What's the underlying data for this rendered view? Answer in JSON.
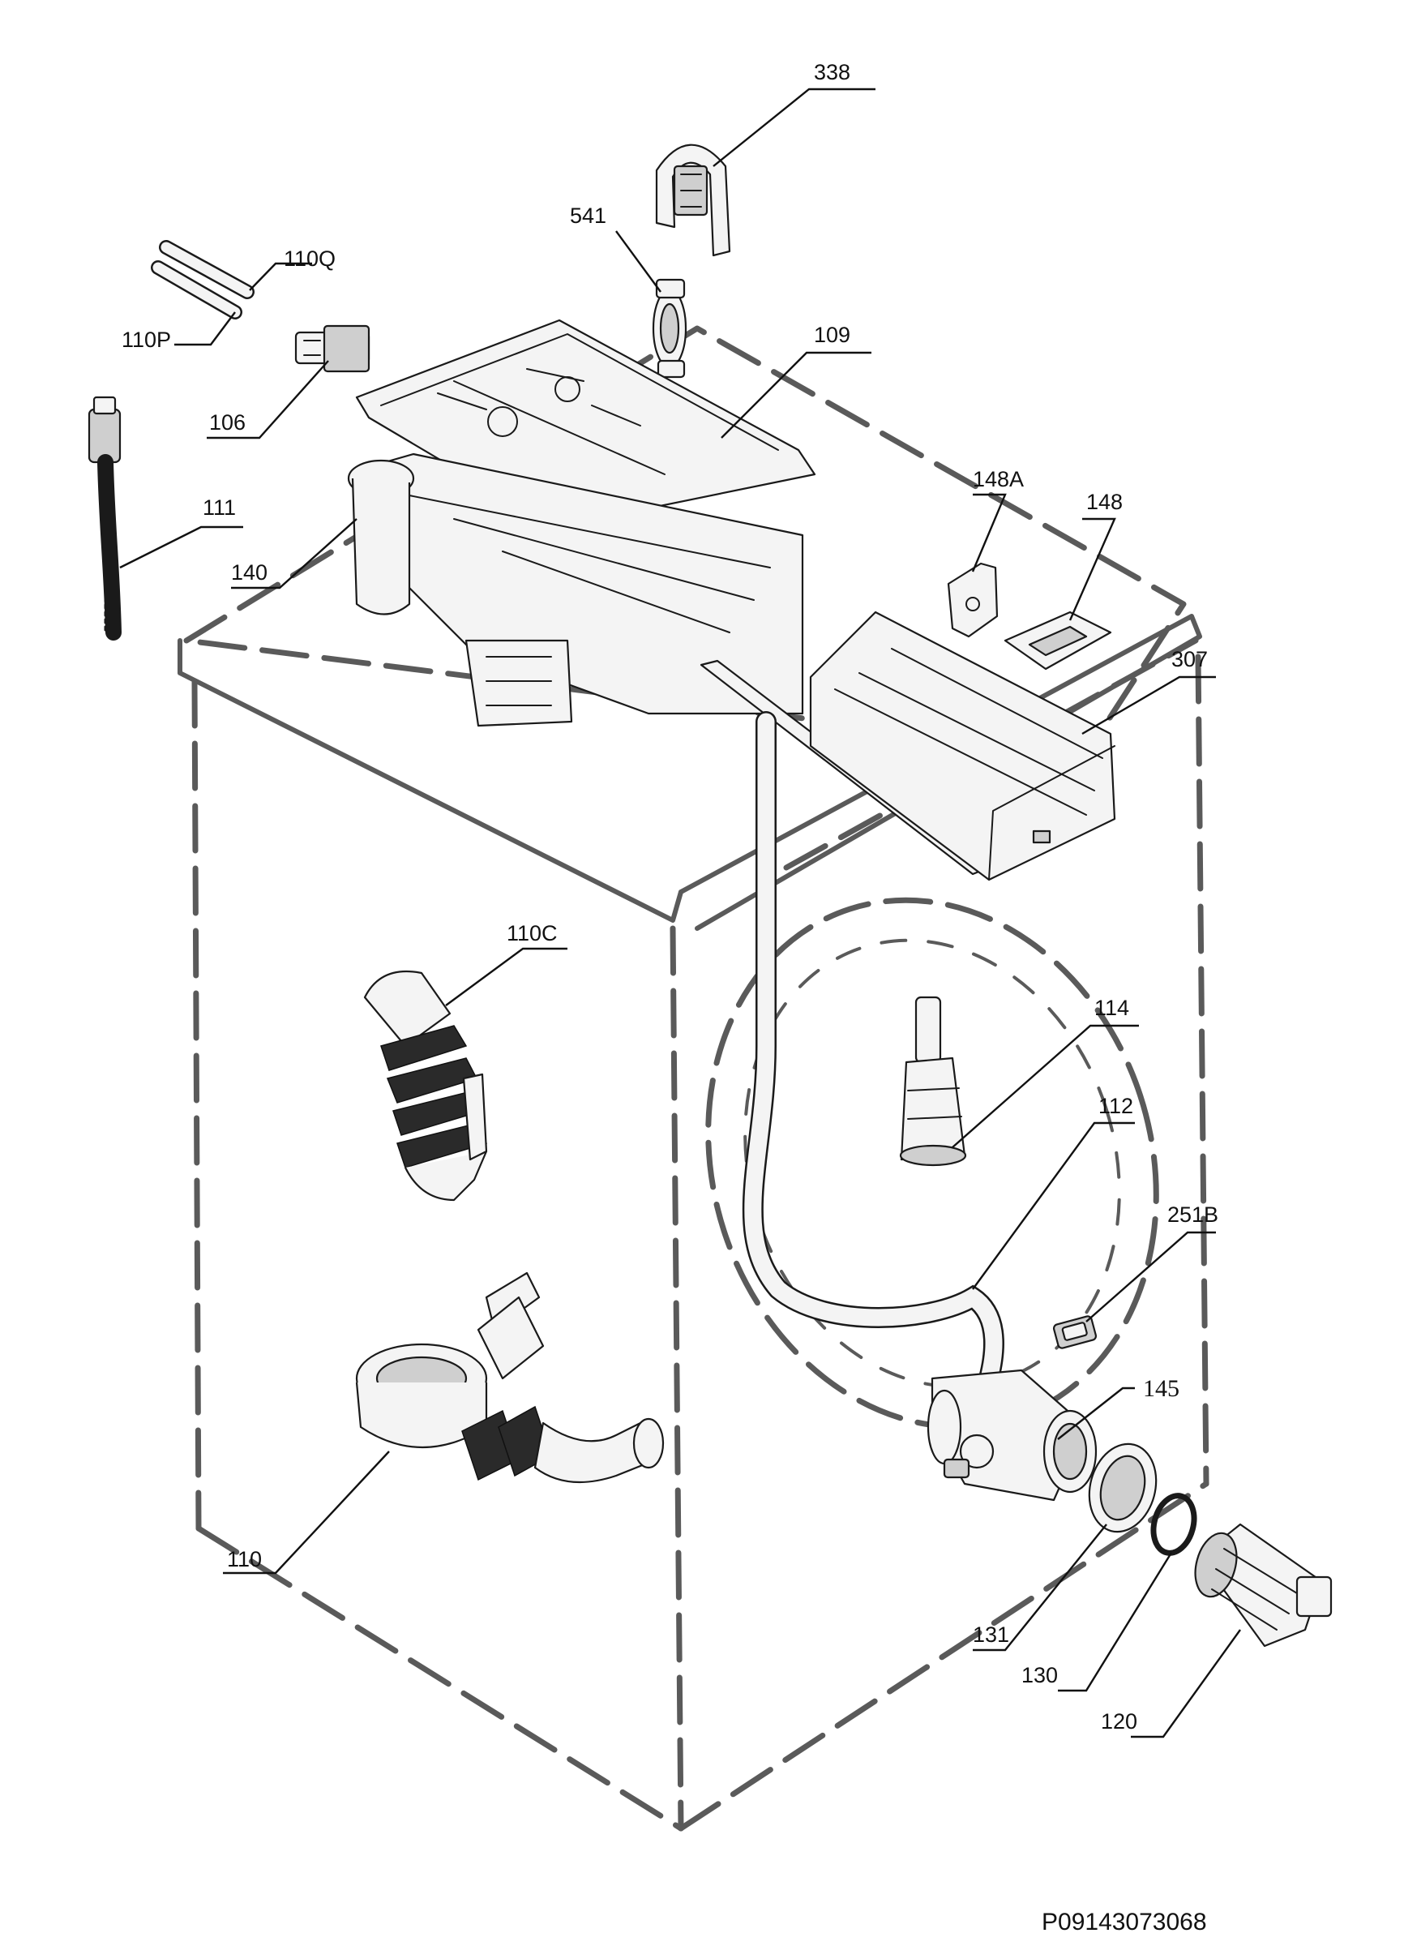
{
  "document_id": "P09143073068",
  "callouts": [
    {
      "key": "338",
      "text": "338"
    },
    {
      "key": "541",
      "text": "541"
    },
    {
      "key": "110Q",
      "text": "110Q"
    },
    {
      "key": "110P",
      "text": "110P"
    },
    {
      "key": "109",
      "text": "109"
    },
    {
      "key": "106",
      "text": "106"
    },
    {
      "key": "111",
      "text": "111"
    },
    {
      "key": "148A",
      "text": "148A"
    },
    {
      "key": "148",
      "text": "148"
    },
    {
      "key": "140",
      "text": "140"
    },
    {
      "key": "307",
      "text": "307"
    },
    {
      "key": "110C",
      "text": "110C"
    },
    {
      "key": "114",
      "text": "114"
    },
    {
      "key": "112",
      "text": "112"
    },
    {
      "key": "251B",
      "text": "251B"
    },
    {
      "key": "145",
      "text": "145"
    },
    {
      "key": "110",
      "text": "110"
    },
    {
      "key": "131",
      "text": "131"
    },
    {
      "key": "130",
      "text": "130"
    },
    {
      "key": "120",
      "text": "120"
    }
  ]
}
